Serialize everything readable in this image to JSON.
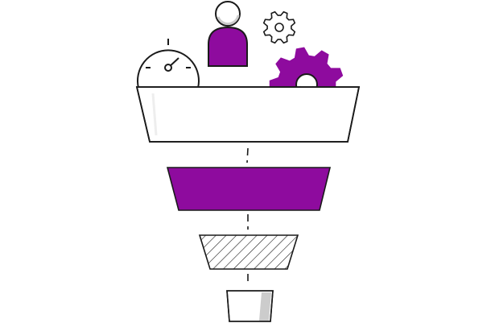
{
  "colors": {
    "accent": "#8e0b9e",
    "outline": "#1a1a1a",
    "background": "#ffffff",
    "shade": "#cccccc"
  },
  "icons": {
    "clock": "stopwatch-icon",
    "person": "person-icon",
    "small_gear": "small-gear-icon",
    "large_gear": "large-gear-icon"
  },
  "funnel": {
    "stages": [
      {
        "name": "stage-1",
        "fill": "#ffffff",
        "style": "plain"
      },
      {
        "name": "stage-2",
        "fill": "#8e0b9e",
        "style": "solid"
      },
      {
        "name": "stage-3",
        "fill": "#ffffff",
        "style": "hatched"
      },
      {
        "name": "stage-4",
        "fill": "#ffffff",
        "style": "shaded-edge"
      }
    ]
  }
}
